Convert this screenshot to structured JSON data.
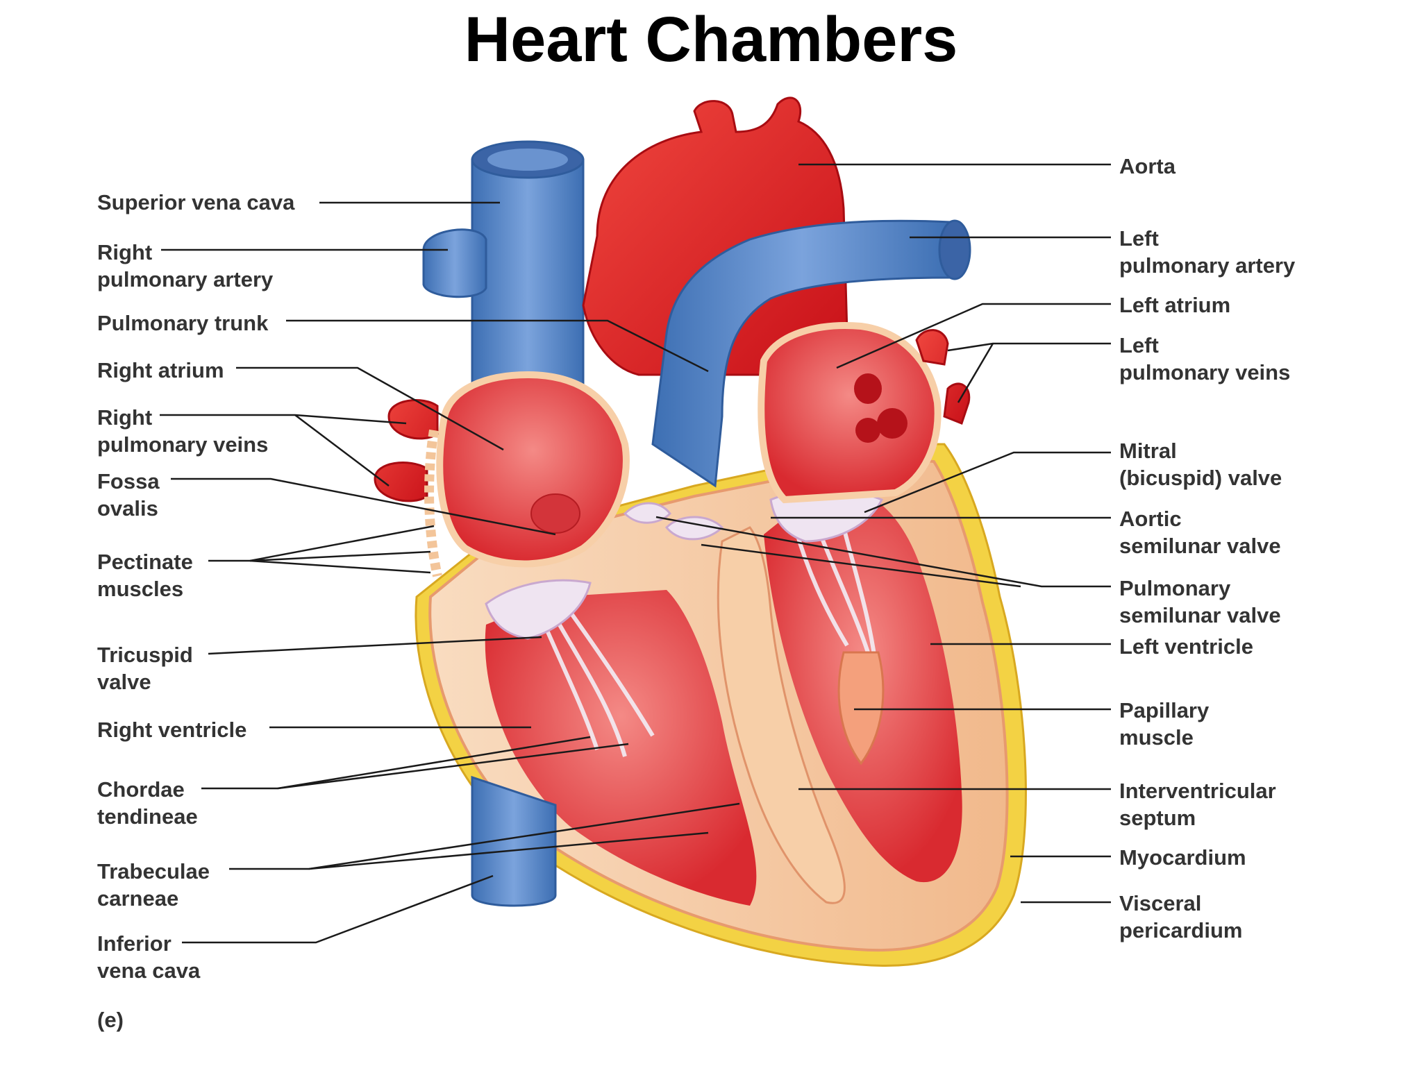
{
  "title": "Heart Chambers",
  "panel_letter": "(e)",
  "labels": {
    "superior_vena_cava": "Superior vena cava",
    "right_pulmonary_artery": "Right\npulmonary artery",
    "pulmonary_trunk": "Pulmonary trunk",
    "right_atrium": "Right atrium",
    "right_pulmonary_veins": "Right\npulmonary veins",
    "fossa_ovalis": "Fossa\novalis",
    "pectinate_muscles": "Pectinate\nmuscles",
    "tricuspid_valve": "Tricuspid\nvalve",
    "right_ventricle": "Right ventricle",
    "chordae_tendineae": "Chordae\ntendineae",
    "trabeculae_carneae": "Trabeculae\ncarneae",
    "inferior_vena_cava": "Inferior\nvena cava",
    "aorta": "Aorta",
    "left_pulmonary_artery": "Left\npulmonary artery",
    "left_atrium": "Left atrium",
    "left_pulmonary_veins": "Left\npulmonary veins",
    "mitral_valve": "Mitral\n(bicuspid) valve",
    "aortic_semilunar_valve": "Aortic\nsemilunar valve",
    "pulmonary_semilunar_valve": "Pulmonary\nsemilunar valve",
    "left_ventricle": "Left ventricle",
    "papillary_muscle": "Papillary\nmuscle",
    "interventricular_septum": "Interventricular\nseptum",
    "myocardium": "Myocardium",
    "visceral_pericardium": "Visceral\npericardium"
  },
  "colors": {
    "artery_red": "#e8202a",
    "vein_blue": "#5b86c6",
    "myocardium_tan": "#f6c8a0",
    "fat_yellow": "#f3d244",
    "leader_line": "#1a1a1a"
  }
}
